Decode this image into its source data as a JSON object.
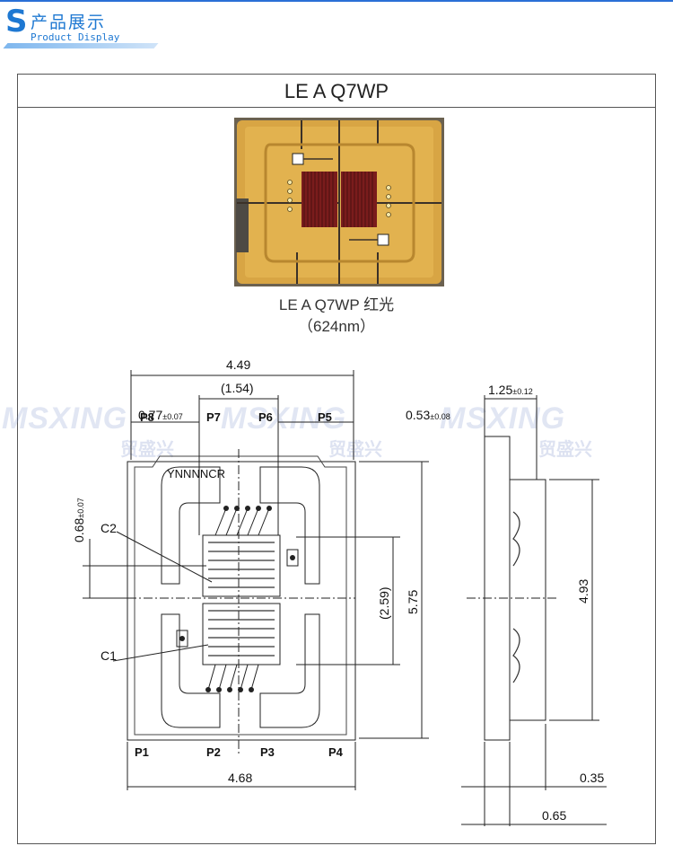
{
  "header": {
    "initial": "S",
    "title_cn": "产品展示",
    "title_en": "Product Display",
    "accent_color": "#1e78d2"
  },
  "product": {
    "model": "LE A Q7WP",
    "caption_line1": "LE A Q7WP 红光",
    "caption_line2": "（624nm）"
  },
  "watermark": {
    "brand": "MSXING",
    "brand_cn": "贸盛兴"
  },
  "drawing": {
    "top_width": "4.49",
    "inner_width": "(1.54)",
    "offset_left": "0.77",
    "offset_left_tol": "±0.07",
    "offset_right": "0.53",
    "offset_right_tol": "±0.08",
    "side_width": "1.25",
    "side_width_tol": "±0.12",
    "left_offset_v": "0.68",
    "left_offset_v_tol": "±0.07",
    "chip_height": "(2.59)",
    "total_height": "5.75",
    "side_height": "4.93",
    "bottom_width": "4.68",
    "side_small": "0.35",
    "side_base": "0.65",
    "marking": "YNNNNCR",
    "cap_top": "C2",
    "cap_bottom": "C1",
    "pins_top": [
      "P8",
      "P7",
      "P6",
      "P5"
    ],
    "pins_bottom": [
      "P1",
      "P2",
      "P3",
      "P4"
    ]
  }
}
